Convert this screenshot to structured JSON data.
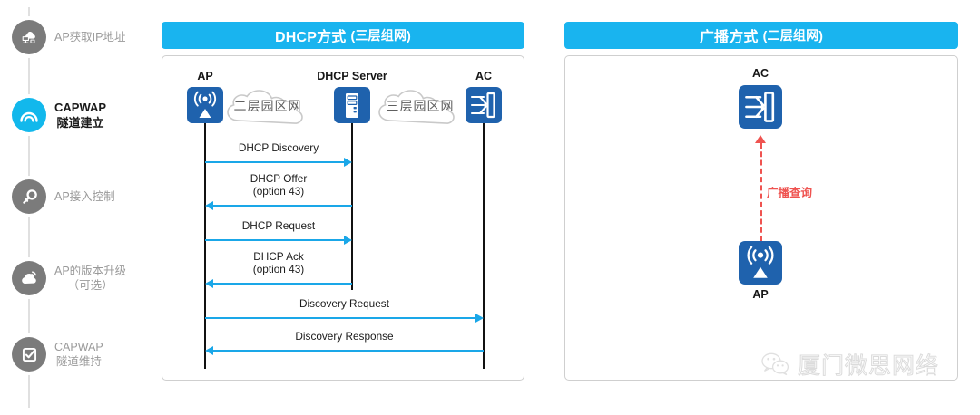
{
  "sidebar": {
    "steps": [
      {
        "icon": "ap-get-ip-icon",
        "label": "AP获取IP地址",
        "state": "inactive",
        "multiline": false
      },
      {
        "icon": "capwap-tunnel-icon",
        "label": "CAPWAP",
        "label2": "隧道建立",
        "state": "active",
        "multiline": true
      },
      {
        "icon": "key-icon",
        "label": "AP接入控制",
        "state": "inactive",
        "multiline": false
      },
      {
        "icon": "cloud-upgrade-icon",
        "label": "AP的版本升级",
        "label2": "（可选）",
        "state": "inactive",
        "multiline": true
      },
      {
        "icon": "checklist-icon",
        "label": "CAPWAP",
        "label2": "隧道维持",
        "state": "inactive",
        "multiline": true
      }
    ]
  },
  "panels": {
    "left": {
      "title_main": "DHCP方式",
      "title_paren": "(三层组网)",
      "nodes": [
        {
          "name": "ap",
          "label": "AP",
          "icon": "wireless-ap-icon"
        },
        {
          "name": "dhcp-server",
          "label": "DHCP Server",
          "icon": "server-icon"
        },
        {
          "name": "ac",
          "label": "AC",
          "icon": "ac-controller-icon"
        }
      ],
      "clouds": [
        {
          "name": "layer2-campus-network",
          "label": "二层园区网"
        },
        {
          "name": "layer3-campus-network",
          "label": "三层园区网"
        }
      ],
      "messages": [
        {
          "label": "DHCP Discovery",
          "label2": "",
          "direction": "right",
          "from": "ap",
          "to": "dhcp-server"
        },
        {
          "label": "DHCP Offer",
          "label2": "(option 43)",
          "direction": "left",
          "from": "dhcp-server",
          "to": "ap"
        },
        {
          "label": "DHCP Request",
          "label2": "",
          "direction": "right",
          "from": "ap",
          "to": "dhcp-server"
        },
        {
          "label": "DHCP Ack",
          "label2": "(option 43)",
          "direction": "left",
          "from": "dhcp-server",
          "to": "ap"
        },
        {
          "label": "Discovery Request",
          "label2": "",
          "direction": "right",
          "from": "ap",
          "to": "ac"
        },
        {
          "label": "Discovery Response",
          "label2": "",
          "direction": "left",
          "from": "ac",
          "to": "ap"
        }
      ]
    },
    "right": {
      "title_main": "广播方式",
      "title_paren": "(二层组网)",
      "nodes": [
        {
          "name": "ac",
          "label": "AC",
          "icon": "ac-controller-icon"
        },
        {
          "name": "ap",
          "label": "AP",
          "icon": "wireless-ap-icon"
        }
      ],
      "flow": {
        "label": "广播查询",
        "direction": "up",
        "style": "dashed",
        "from": "ap",
        "to": "ac"
      }
    }
  },
  "watermark": {
    "text": "厦门微思网络",
    "icon": "wechat-icon"
  },
  "colors": {
    "accent": "#19b4ef",
    "active_step": "#12b8ec",
    "inactive_step": "#7b7b7b",
    "arrow": "#1aa7e8",
    "dashed_flow": "#ef5350",
    "device_icon": "#1f62ad",
    "lifeline": "#111111"
  }
}
